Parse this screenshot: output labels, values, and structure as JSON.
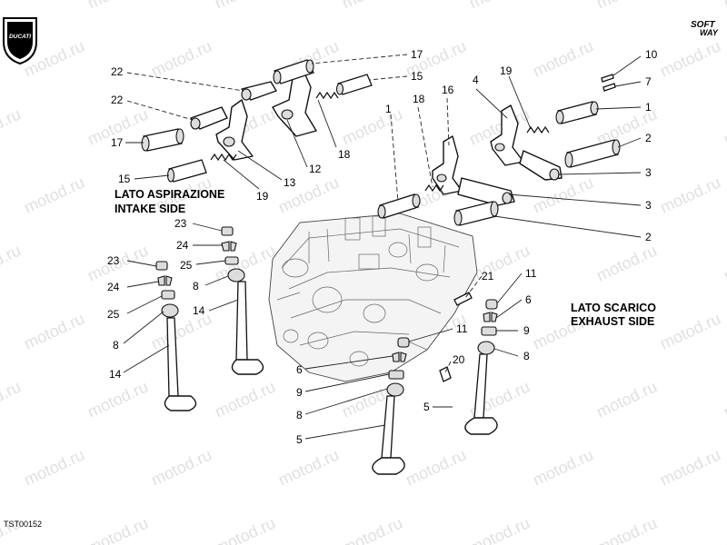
{
  "brand": {
    "logo_text": "DUCATI",
    "corner_line1": "SOFT",
    "corner_line2": "WAY"
  },
  "watermark": "motod.ru",
  "drawing_code": "TST00152",
  "section_labels": {
    "intake": [
      "LATO ASPIRAZIONE",
      "INTAKE SIDE"
    ],
    "exhaust": [
      "LATO SCARICO",
      "EXHAUST SIDE"
    ]
  },
  "callouts": [
    {
      "id": "c-22-top",
      "text": "22"
    },
    {
      "id": "c-22-mid",
      "text": "22"
    },
    {
      "id": "c-17-left",
      "text": "17"
    },
    {
      "id": "c-15-left",
      "text": "15"
    },
    {
      "id": "c-19-left",
      "text": "19"
    },
    {
      "id": "c-13",
      "text": "13"
    },
    {
      "id": "c-12",
      "text": "12"
    },
    {
      "id": "c-18-upper",
      "text": "18"
    },
    {
      "id": "c-17-top",
      "text": "17"
    },
    {
      "id": "c-15-top",
      "text": "15"
    },
    {
      "id": "c-18-mid",
      "text": "18"
    },
    {
      "id": "c-16",
      "text": "16"
    },
    {
      "id": "c-1-mid",
      "text": "1"
    },
    {
      "id": "c-4",
      "text": "4"
    },
    {
      "id": "c-19-right",
      "text": "19"
    },
    {
      "id": "c-10",
      "text": "10"
    },
    {
      "id": "c-7",
      "text": "7"
    },
    {
      "id": "c-1-right",
      "text": "1"
    },
    {
      "id": "c-2-right",
      "text": "2"
    },
    {
      "id": "c-3-upper",
      "text": "3"
    },
    {
      "id": "c-3-lower",
      "text": "3"
    },
    {
      "id": "c-2-lower",
      "text": "2"
    },
    {
      "id": "c-23-top",
      "text": "23"
    },
    {
      "id": "c-24-top",
      "text": "24"
    },
    {
      "id": "c-25-top",
      "text": "25"
    },
    {
      "id": "c-8-top",
      "text": "8"
    },
    {
      "id": "c-23-left",
      "text": "23"
    },
    {
      "id": "c-24-left",
      "text": "24"
    },
    {
      "id": "c-25-left",
      "text": "25"
    },
    {
      "id": "c-8-left",
      "text": "8"
    },
    {
      "id": "c-14-right",
      "text": "14"
    },
    {
      "id": "c-14-left",
      "text": "14"
    },
    {
      "id": "c-21",
      "text": "21"
    },
    {
      "id": "c-11-right",
      "text": "11"
    },
    {
      "id": "c-6-right",
      "text": "6"
    },
    {
      "id": "c-9-right",
      "text": "9"
    },
    {
      "id": "c-8-right",
      "text": "8"
    },
    {
      "id": "c-11-mid",
      "text": "11"
    },
    {
      "id": "c-20",
      "text": "20"
    },
    {
      "id": "c-6-mid",
      "text": "6"
    },
    {
      "id": "c-9-mid",
      "text": "9"
    },
    {
      "id": "c-8-mid",
      "text": "8"
    },
    {
      "id": "c-5-right",
      "text": "5"
    },
    {
      "id": "c-5-bottom",
      "text": "5"
    }
  ]
}
